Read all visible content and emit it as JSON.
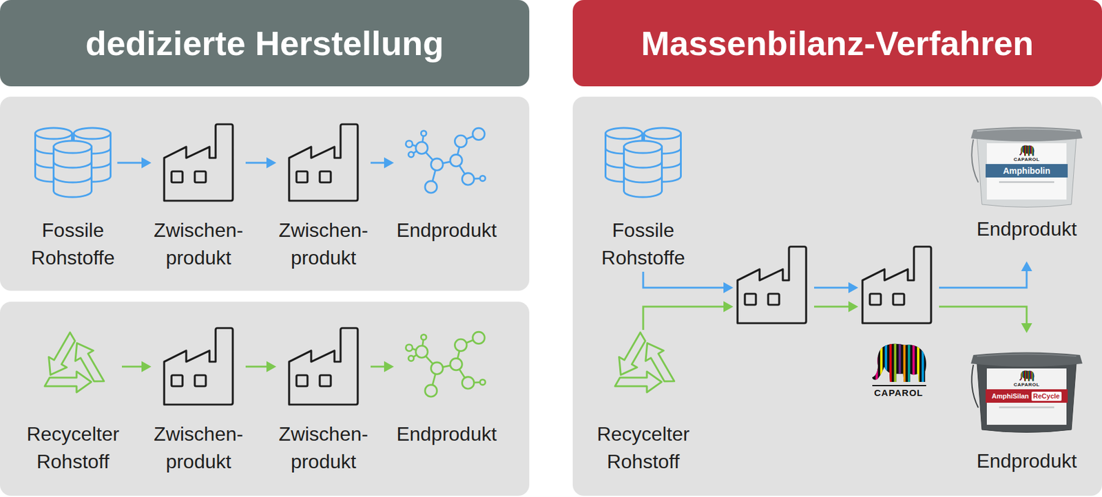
{
  "diagram": {
    "nodes": [
      {
        "text": [
          "dedizierte Herstellung"
        ]
      },
      {
        "text": [
          "Fossile Rohstoffe"
        ]
      },
      {
        "text": [
          "Zwischen- produkt"
        ]
      },
      {
        "text": [
          "Zwischen- produkt"
        ]
      },
      {
        "text": [
          "Endprodukt"
        ]
      },
      {
        "text": [
          "Recycelter Rohstoff"
        ]
      },
      {
        "text": [
          "Zwischen- produkt"
        ]
      },
      {
        "text": [
          "Zwischen- produkt"
        ]
      },
      {
        "text": [
          "Endprodukt"
        ]
      },
      {
        "text": [
          "Massenbilanz-Verfahren"
        ]
      },
      {
        "text": [
          "Fossile Rohstoffe"
        ]
      },
      {
        "text": [
          "CAPAROL",
          "Amphibolin",
          "Endprodukt"
        ]
      },
      {
        "text": [
          "Recycelter Rohstoff"
        ]
      },
      {
        "text": [
          "CAPAROL",
          "AmphiSilan",
          "ReCycle",
          "Endprodukt"
        ]
      }
    ],
    "edges": [
      {
        "from": 1,
        "to": 2,
        "arrow": "to"
      },
      {
        "from": 2,
        "to": 3,
        "arrow": "to"
      },
      {
        "from": 3,
        "to": 4,
        "arrow": "to"
      },
      {
        "from": 5,
        "to": 6,
        "arrow": "to"
      },
      {
        "from": 6,
        "to": 7,
        "arrow": "to"
      },
      {
        "from": 7,
        "to": 8,
        "arrow": "to"
      },
      {
        "from": 10,
        "to": 11,
        "arrow": "to"
      },
      {
        "from": 12,
        "to": 13,
        "arrow": "to"
      }
    ],
    "labels": [
      "CAPAROL"
    ]
  }
}
